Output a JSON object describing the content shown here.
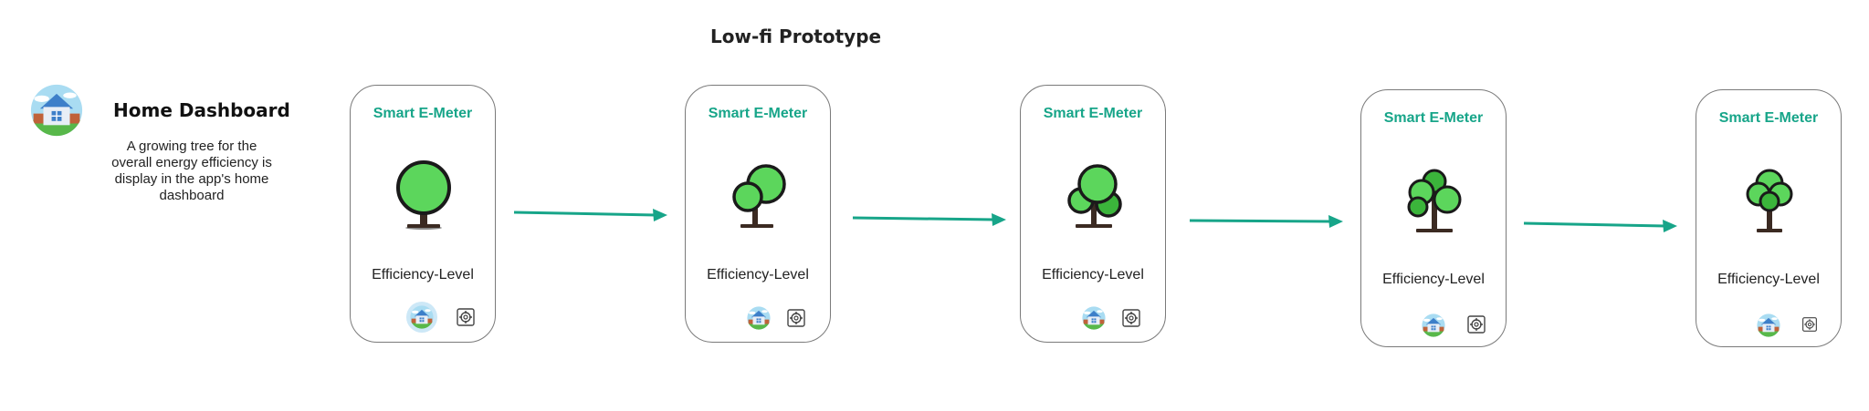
{
  "title": "Low-fi Prototype",
  "dashboard": {
    "title": "Home Dashboard",
    "description": "A growing tree for the overall energy efficiency is display in the app's home dashboard",
    "icon": "home-app-icon"
  },
  "screens": [
    {
      "app_name": "Smart E-Meter",
      "level_label": "Efficiency-Level",
      "tree_stage": 1,
      "home_active": true
    },
    {
      "app_name": "Smart E-Meter",
      "level_label": "Efficiency-Level",
      "tree_stage": 2,
      "home_active": false
    },
    {
      "app_name": "Smart E-Meter",
      "level_label": "Efficiency-Level",
      "tree_stage": 3,
      "home_active": false
    },
    {
      "app_name": "Smart E-Meter",
      "level_label": "Efficiency-Level",
      "tree_stage": 4,
      "home_active": false
    },
    {
      "app_name": "Smart E-Meter",
      "level_label": "Efficiency-Level",
      "tree_stage": 5,
      "home_active": false
    }
  ],
  "colors": {
    "accent": "#17a589",
    "tree_green": "#5cd65c",
    "tree_dark": "#3bb53b",
    "trunk": "#3b2a22"
  },
  "icons": {
    "home": "home-icon",
    "settings": "settings-gear-icon",
    "tree": "tree-icon",
    "arrow": "arrow-right-icon"
  }
}
